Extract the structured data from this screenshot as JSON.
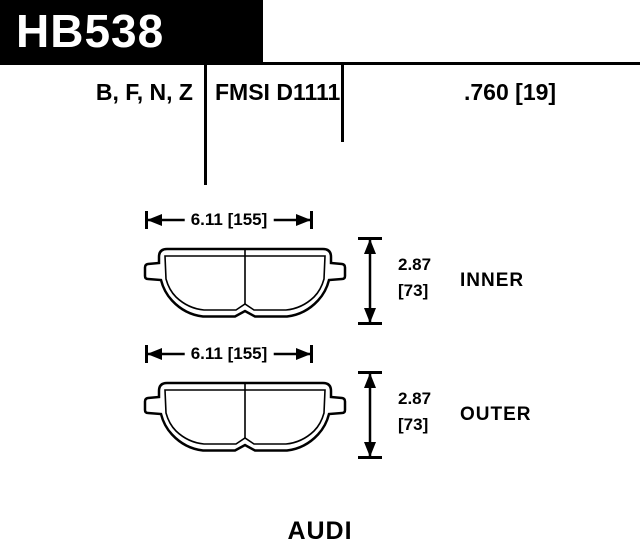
{
  "header": {
    "part_number": "HB538"
  },
  "spec_row": {
    "compounds": "B, F, N, Z",
    "fmsi_code": "FMSI D1111",
    "pad_thickness": ".760 [19]"
  },
  "pads": [
    {
      "label": "INNER",
      "width_dim": "6.11 [155]",
      "height_value": "2.87",
      "height_bracket": "[73]"
    },
    {
      "label": "OUTER",
      "width_dim": "6.11 [155]",
      "height_value": "2.87",
      "height_bracket": "[73]"
    }
  ],
  "footer": {
    "vehicle_make": "AUDI"
  },
  "colors": {
    "ink": "#000000",
    "background": "#ffffff",
    "header_bg": "#000000",
    "header_text": "#ffffff"
  }
}
